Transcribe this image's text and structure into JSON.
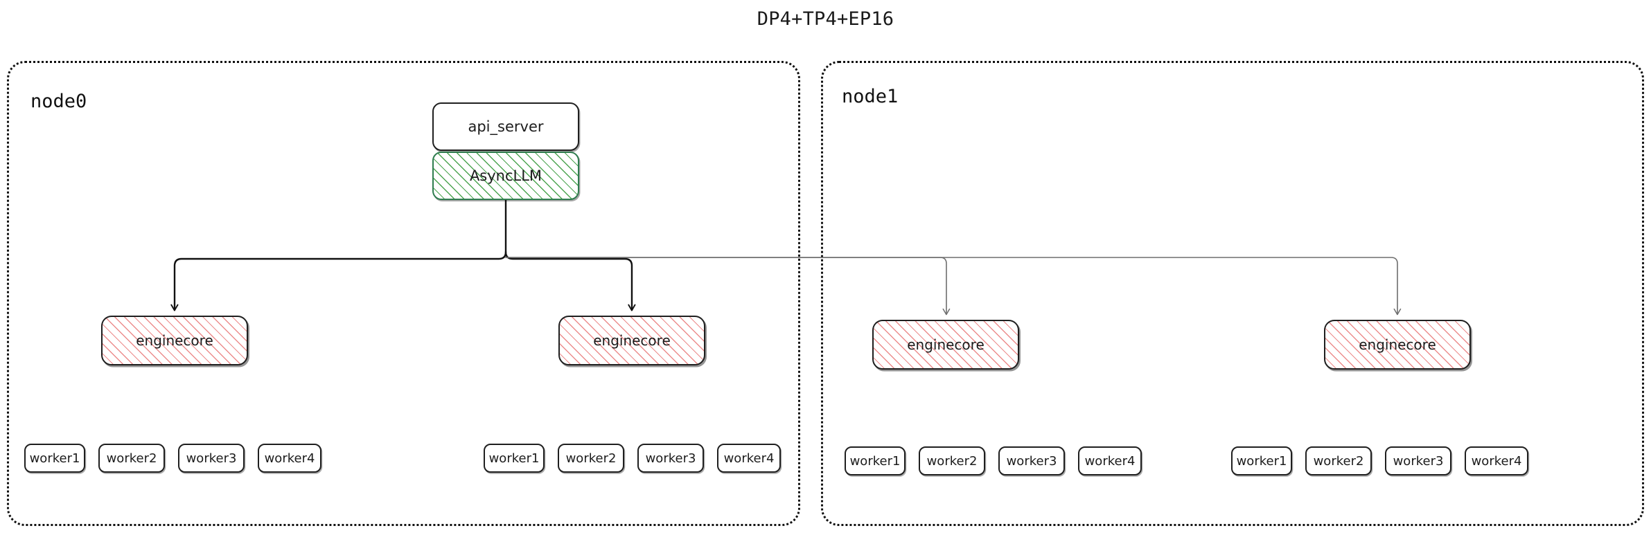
{
  "title": "DP4+TP4+EP16",
  "nodes": [
    {
      "id": "node0",
      "label": "node0",
      "frontend": {
        "api_server": "api_server",
        "async_llm": "AsyncLLM"
      },
      "enginecores": [
        {
          "label": "enginecore",
          "workers": [
            "worker1",
            "worker2",
            "worker3",
            "worker4"
          ]
        },
        {
          "label": "enginecore",
          "workers": [
            "worker1",
            "worker2",
            "worker3",
            "worker4"
          ]
        }
      ]
    },
    {
      "id": "node1",
      "label": "node1",
      "enginecores": [
        {
          "label": "enginecore",
          "workers": [
            "worker1",
            "worker2",
            "worker3",
            "worker4"
          ]
        },
        {
          "label": "enginecore",
          "workers": [
            "worker1",
            "worker2",
            "worker3",
            "worker4"
          ]
        }
      ]
    }
  ],
  "colors": {
    "stroke": "#1f1f1f",
    "node_border": "#111111",
    "async_llm_hatch": "#43a047",
    "async_llm_border": "#2f7d4f",
    "enginecore_hatch": "#e97878",
    "local_edge": "#111111",
    "remote_edge": "#6e6e6e",
    "background": "#ffffff"
  }
}
